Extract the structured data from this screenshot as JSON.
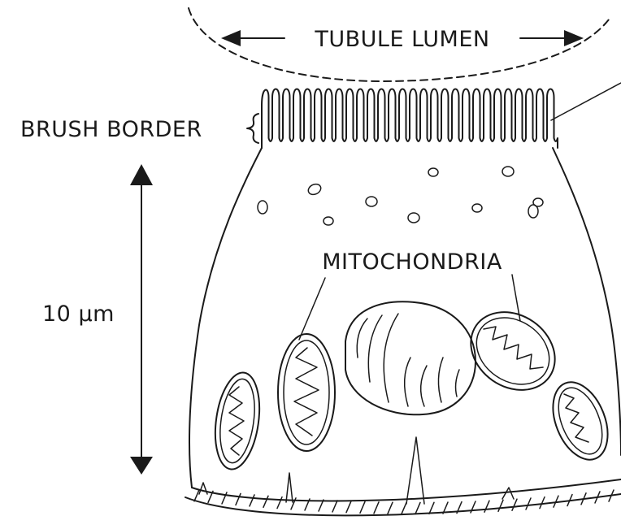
{
  "labels": {
    "lumen": "TUBULE LUMEN",
    "brush_border": "BRUSH BORDER",
    "mitochondria": "MITOCHONDRIA",
    "scale": "10 µm"
  }
}
